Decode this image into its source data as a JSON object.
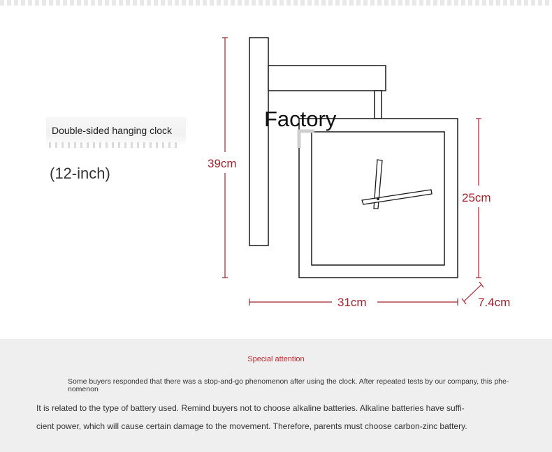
{
  "product": {
    "name": "Double-sided hanging clock",
    "size": "(12-inch)"
  },
  "diagram": {
    "watermark": "Factory",
    "dimensions": {
      "total_height": "39cm",
      "face_height": "25cm",
      "face_width": "31cm",
      "depth": "7.4cm"
    },
    "dimension_color": "#a2232b",
    "line_color": "#1a1a1a"
  },
  "notice": {
    "title": "Special attention",
    "line1": "Some buyers responded that there was a stop-and-go phenomenon after using the clock. After repeated tests by our company, this phe-nomenon",
    "line2": "It is related to the type of battery used. Remind buyers not to choose alkaline batteries. Alkaline batteries have suffi-",
    "line3": "cient power, which will cause certain damage to the movement. Therefore, parents must choose carbon-zinc battery.",
    "title_color": "#c0262d"
  }
}
